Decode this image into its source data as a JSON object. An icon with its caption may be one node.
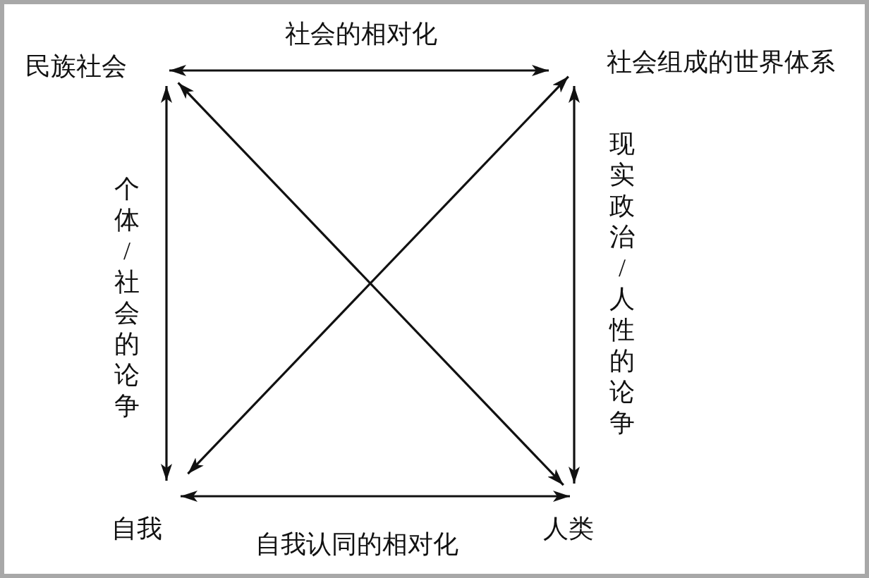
{
  "diagram": {
    "nodes": [
      {
        "text": [
          "民族社会"
        ]
      },
      {
        "text": [
          "社会组成的世界体系"
        ]
      },
      {
        "text": [
          "自我"
        ]
      },
      {
        "text": [
          "人类"
        ]
      }
    ],
    "edges": [
      {
        "from": 0,
        "to": 1,
        "arrow": "both",
        "label": "社会的相对化"
      },
      {
        "from": 0,
        "to": 2,
        "arrow": "both",
        "label": "个体/社会的论争"
      },
      {
        "from": 1,
        "to": 3,
        "arrow": "both",
        "label": "现实政治/人性的论争"
      },
      {
        "from": 0,
        "to": 3,
        "arrow": "both"
      },
      {
        "from": 1,
        "to": 2,
        "arrow": "both"
      },
      {
        "from": 2,
        "to": 3,
        "arrow": "both",
        "label": "自我认同的相对化"
      }
    ]
  }
}
